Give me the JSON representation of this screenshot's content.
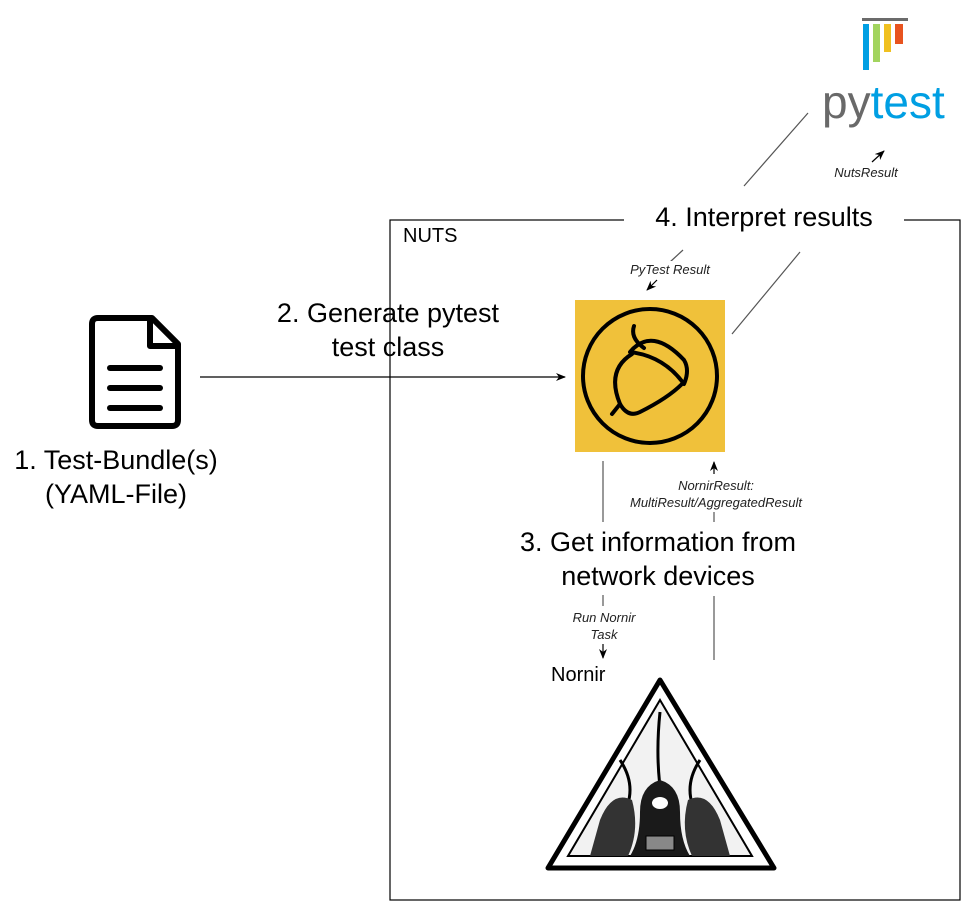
{
  "container": {
    "label": "NUTS"
  },
  "test_bundle": {
    "line1": "1. Test-Bundle(s)",
    "line2": "(YAML-File)",
    "icon": "document-icon"
  },
  "step2": {
    "line1": "2. Generate pytest",
    "line2": "test class"
  },
  "step3": {
    "line1": "3. Get information from",
    "line2": "network devices"
  },
  "step4": {
    "label": "4. Interpret results"
  },
  "edge_labels": {
    "pytest_result": "PyTest Result",
    "nuts_result": "NutsResult",
    "nornir_result_line1": "NornirResult:",
    "nornir_result_line2": "MultiResult/AggregatedResult",
    "run_task_line1": "Run Nornir",
    "run_task_line2": "Task"
  },
  "nornir": {
    "label": "Nornir",
    "logo": "nornir-hooded-figures-logo"
  },
  "pytest_logo": {
    "part1": "py",
    "part2": "test",
    "bar_colors": [
      "#009fe3",
      "#a2d45e",
      "#f0c020",
      "#e8531f",
      "#6b6b6b"
    ],
    "text_color_py": "#696969",
    "text_color_test": "#009fe3"
  },
  "nuts_logo": {
    "icon": "acorn-icon",
    "background": "#f0c13a"
  }
}
